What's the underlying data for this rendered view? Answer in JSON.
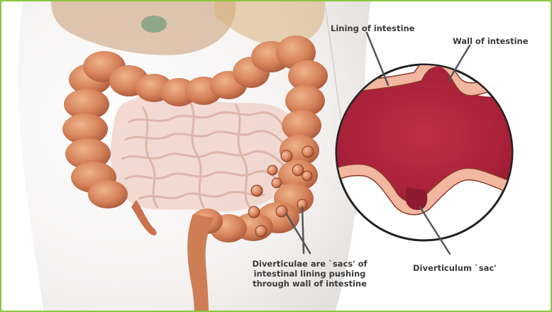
{
  "labels": {
    "lining": "Lining of intestine",
    "wall": "Wall of intestine",
    "diverticulum_sac": "Diverticulum `sac'",
    "diverticulae_line1": "Diverticulae are `sacs' of",
    "diverticulae_line2": "intestinal lining pushing",
    "diverticulae_line3": "through wall of intestine"
  },
  "colors": {
    "frame_border": "#8cc63f",
    "colon": "#d98a5e",
    "lining_pink": "#f2b7a0",
    "lumen": "#b3263e",
    "leader_line": "#555555",
    "label_text": "#3a3a3a"
  }
}
